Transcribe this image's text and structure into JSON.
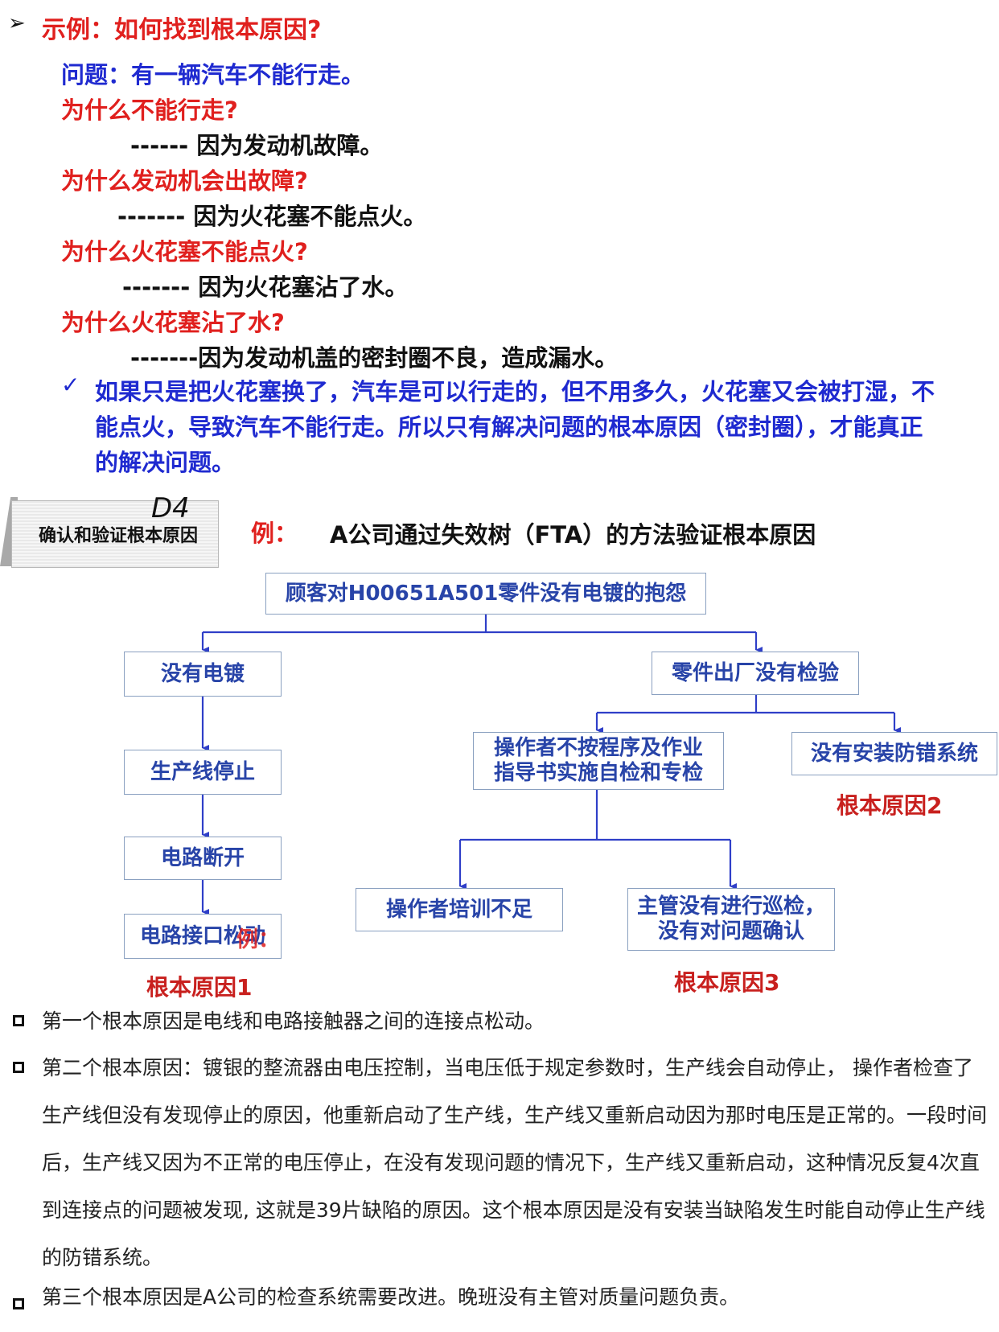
{
  "example": {
    "marker": "➢",
    "heading": "示例：如何找到根本原因?",
    "problem": "问题：有一辆汽车不能行走。",
    "steps": [
      {
        "q": "为什么不能行走?",
        "a": "------ 因为发动机故障。"
      },
      {
        "q": "为什么发动机会出故障?",
        "a": "------- 因为火花塞不能点火。"
      },
      {
        "q": "为什么火花塞不能点火?",
        "a": "------- 因为火花塞沾了水。"
      },
      {
        "q": "为什么火花塞沾了水?",
        "a": "-------因为发动机盖的密封圈不良，造成漏水。"
      }
    ],
    "check_mark": "✓",
    "conclusion_lines": [
      "如果只是把火花塞换了，汽车是可以行走的，但不用多久，火花塞又会被打湿，不",
      "能点火，导致汽车不能行走。所以只有解决问题的根本原因（密封圈），才能真正",
      "的解决问题。"
    ]
  },
  "tab": {
    "code": "D4",
    "label": "确认和验证根本原因"
  },
  "fta": {
    "prefix": "例：",
    "title": "A公司通过失效树（FTA）的方法验证根本原因",
    "top": "顾客对H00651A501零件没有电镀的抱怨",
    "left_branch": [
      "没有电镀",
      "生产线停止",
      "电路断开",
      "电路接口松动"
    ],
    "overlay_mark": "例：",
    "right_branch": {
      "node": "零件出厂没有检验",
      "operator": [
        "操作者不按程序及作业",
        "指导书实施自检和专检"
      ],
      "no_system": "没有安装防错系统",
      "training": "操作者培训不足",
      "supervisor": [
        "主管没有进行巡检，",
        "没有对问题确认"
      ]
    },
    "root_labels": [
      "根本原因1",
      "根本原因2",
      "根本原因3"
    ]
  },
  "notes": [
    "第一个根本原因是电线和电路接触器之间的连接点松动。",
    "第二个根本原因：镀银的整流器由电压控制，当电压低于规定参数时，生产线会自动停止， 操作者检查了生产线但没有发现停止的原因，他重新启动了生产线，生产线又重新启动因为那时电压是正常的。一段时间后，生产线又因为不正常的电压停止，在没有发现问题的情况下，生产线又重新启动，这种情况反复4次直到连接点的问题被发现, 这就是39片缺陷的原因。这个根本原因是没有安装当缺陷发生时能自动停止生产线的防错系统。",
    "第三个根本原因是A公司的检查系统需要改进。晚班没有主管对质量问题负责。"
  ],
  "colors": {
    "red": "#e0201e",
    "blue": "#1f2ad0",
    "box_text": "#2844a8",
    "line": "#2f3fc8"
  }
}
